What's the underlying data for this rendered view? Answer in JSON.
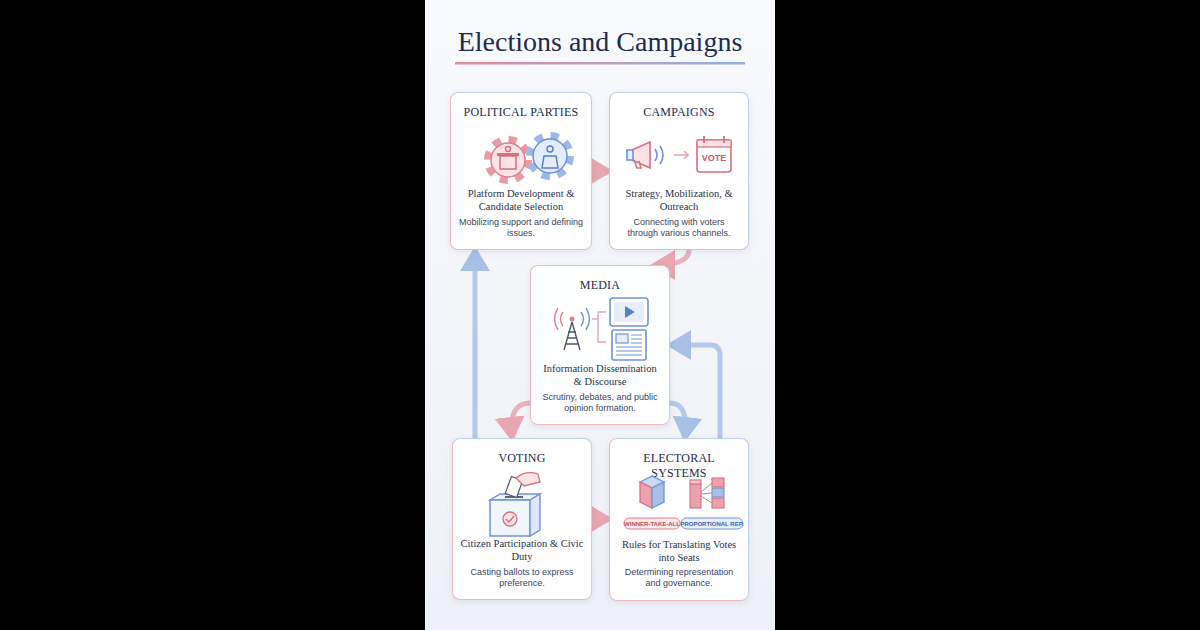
{
  "diagram": {
    "title": "Elections and Campaigns",
    "nodes": [
      {
        "text": [
          "POLITICAL PARTIES",
          "Platform Development & Candidate Selection",
          "Mobilizing support and defining issues."
        ]
      },
      {
        "text": [
          "CAMPAIGNS",
          "Strategy, Mobilization, & Outreach",
          "Connecting with voters through various channels."
        ]
      },
      {
        "text": [
          "MEDIA",
          "Information Dissemination & Discourse",
          "Scrutiny, debates, and public opinion formation."
        ]
      },
      {
        "text": [
          "VOTING",
          "Citizen Participation & Civic Duty",
          "Casting ballots to express preference."
        ]
      },
      {
        "text": [
          "ELECTORAL SYSTEMS",
          "Rules for Translating Votes into Seats",
          "Determining representation and governance."
        ]
      }
    ],
    "edges": [
      {
        "from": 0,
        "to": 1,
        "arrow": "to"
      },
      {
        "from": 1,
        "to": 2,
        "arrow": "to"
      },
      {
        "from": 2,
        "to": 3,
        "arrow": "to"
      },
      {
        "from": 2,
        "to": 4,
        "arrow": "to"
      },
      {
        "from": 3,
        "to": 4,
        "arrow": "to"
      },
      {
        "from": 4,
        "to": 2,
        "arrow": "to"
      },
      {
        "from": 3,
        "to": 0,
        "arrow": "to"
      }
    ],
    "labels": [
      "VOTE",
      "WINNER-TAKE-ALL",
      "PROPORTIONAL REP."
    ]
  }
}
